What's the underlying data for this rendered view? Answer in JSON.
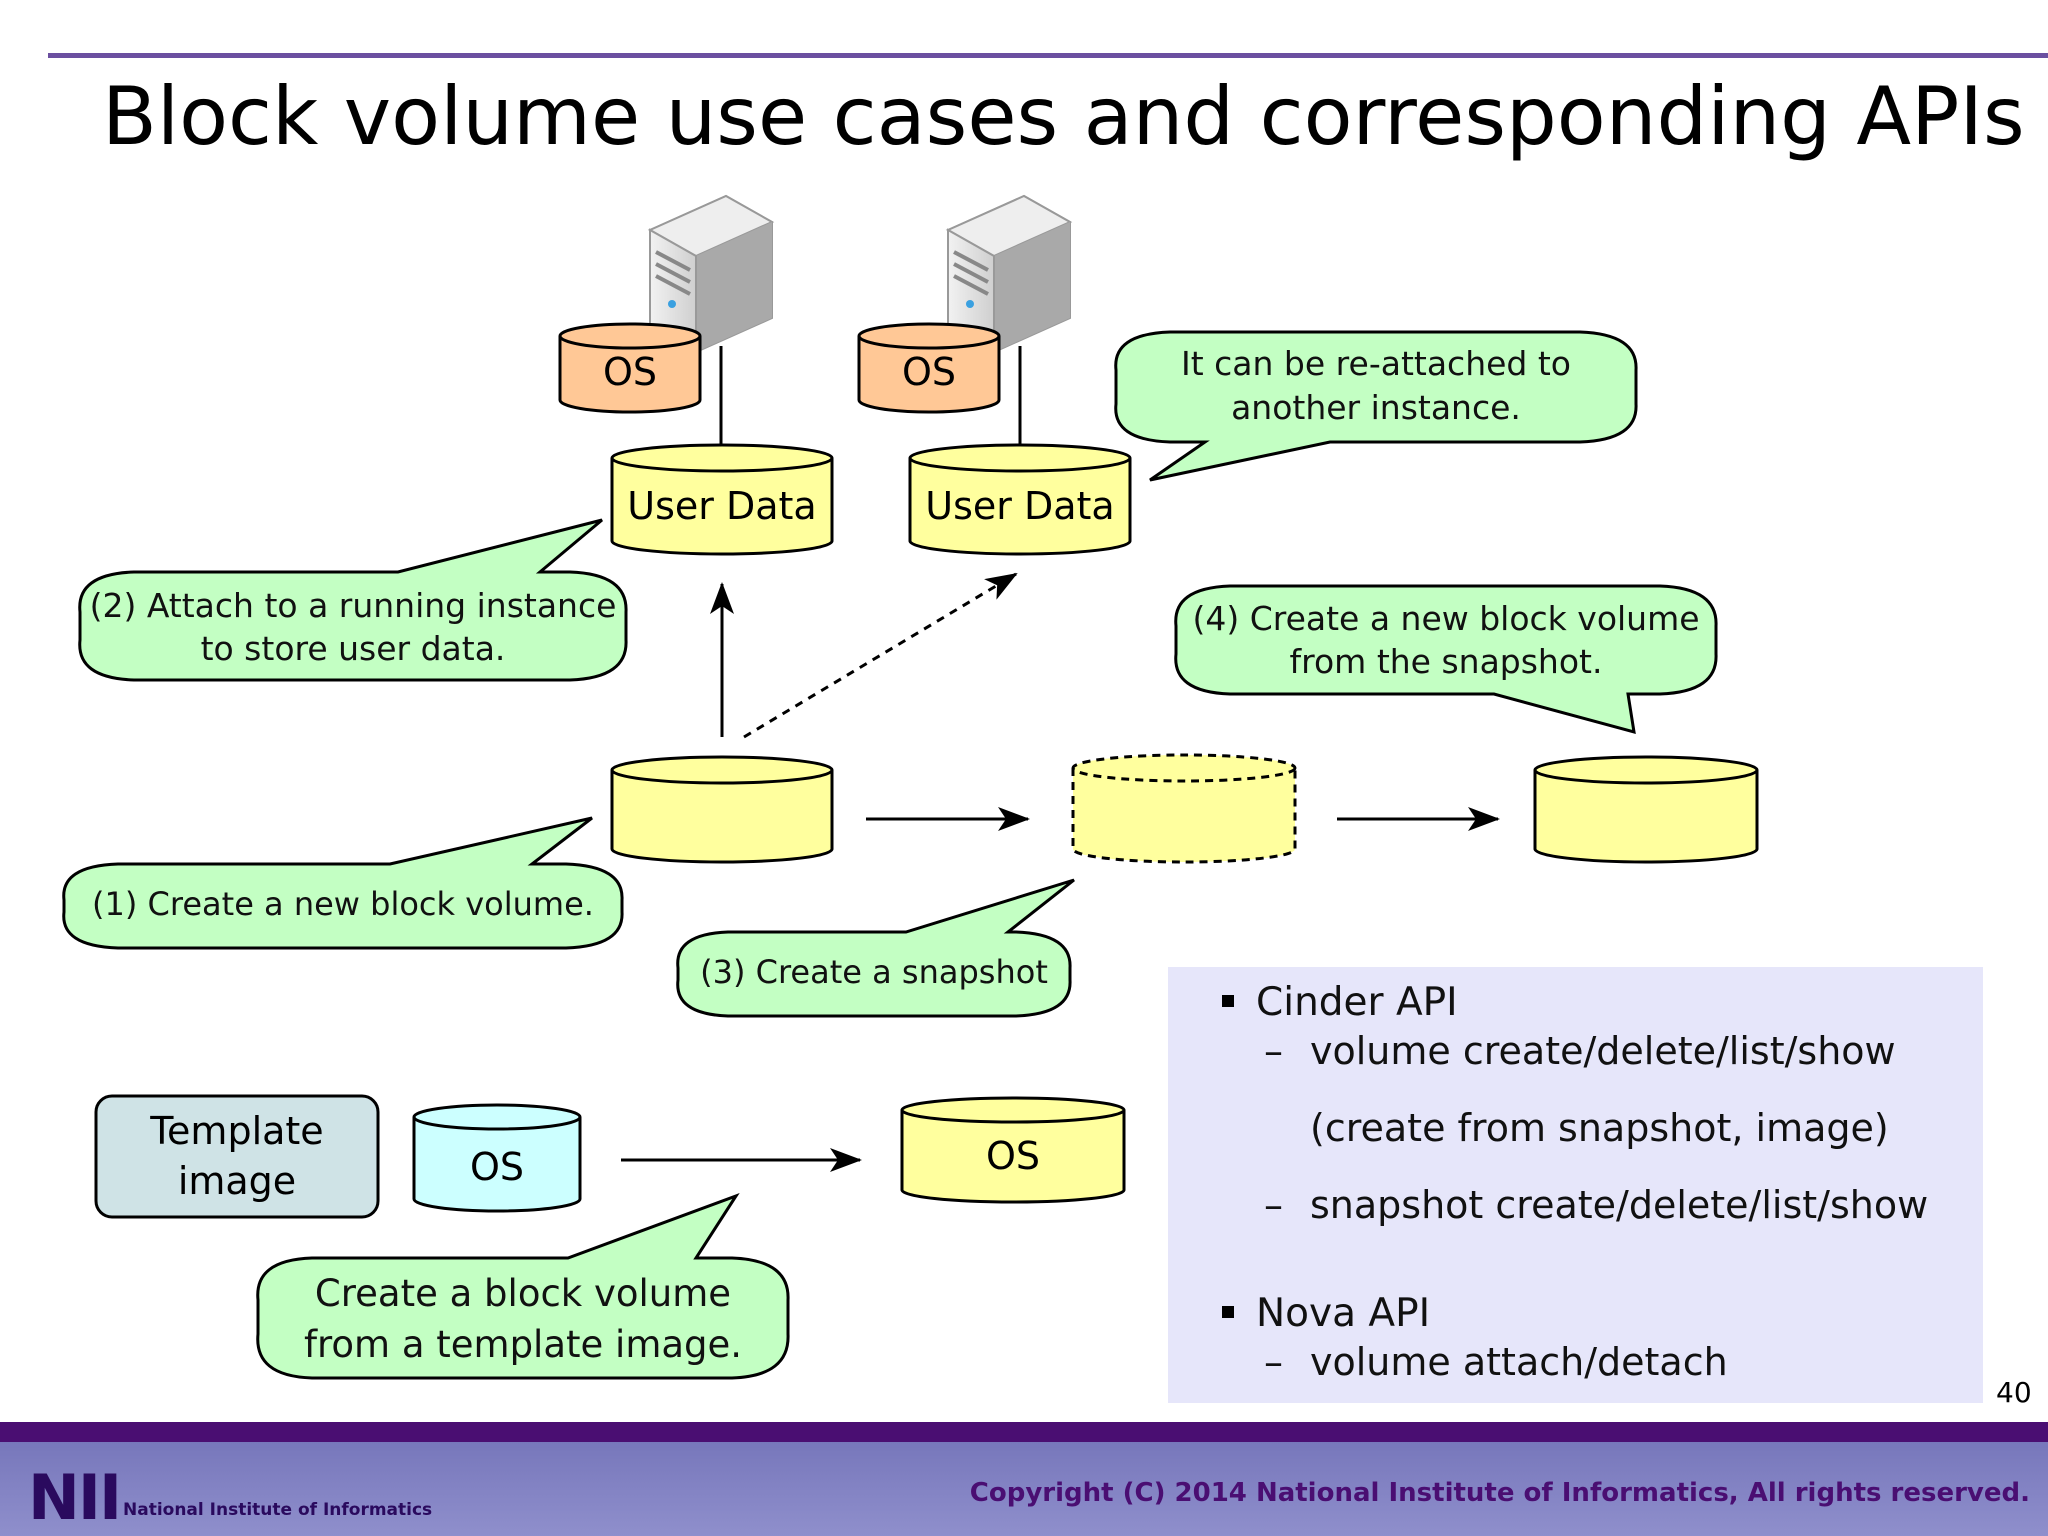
{
  "slide": {
    "title": "Block volume use cases and corresponding APIs",
    "page_number": "40"
  },
  "colors": {
    "accent_line": "#6b4fa0",
    "os_volume": "#ffc896",
    "user_volume": "#ffff9e",
    "callout": "#c3ffc3",
    "template_box": "#cfe3e6",
    "template_os": "#ccffff",
    "api_panel": "#e6e6fa",
    "footer_band": "#4a0e72"
  },
  "diagram": {
    "servers": [
      {
        "os_label": "OS",
        "volume_label": "User Data"
      },
      {
        "os_label": "OS",
        "volume_label": "User Data"
      }
    ],
    "callouts": {
      "reattach": "It can be re-attached to another instance.",
      "reattach_lines": [
        "It can be re-attached to",
        "another instance."
      ],
      "attach": "(2) Attach to a running instance to store user data.",
      "attach_lines": [
        "(2) Attach to a running instance",
        "to store user data."
      ],
      "create_from_snapshot": "(4) Create a new block volume from the snapshot.",
      "create_from_snapshot_lines": [
        "(4) Create a new block volume",
        "from the snapshot."
      ],
      "create_new": "(1) Create a new block volume.",
      "snapshot": "(3) Create a snapshot",
      "from_template": "Create a block volume from a template image.",
      "from_template_lines": [
        "Create a block volume",
        "from a template image."
      ]
    },
    "template": {
      "box_lines": [
        "Template",
        "image"
      ],
      "os_label": "OS",
      "result_label": "OS"
    }
  },
  "api_panel": {
    "groups": [
      {
        "name": "Cinder API",
        "items": [
          "volume create/delete/list/show",
          "(create from snapshot, image)",
          "snapshot create/delete/list/show"
        ]
      },
      {
        "name": "Nova API",
        "items": [
          "volume attach/detach"
        ]
      }
    ]
  },
  "footer": {
    "logo": "NII",
    "org_name": "National Institute of Informatics",
    "copyright": "Copyright (C) 2014 National Institute of Informatics, All rights reserved."
  }
}
